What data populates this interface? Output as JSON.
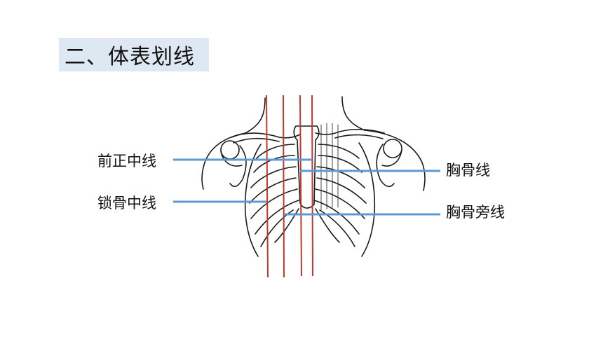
{
  "title": "二、体表划线",
  "labels": {
    "anterior_median_line": "前正中线",
    "midclavicular_line": "锁骨中线",
    "sternal_line": "胸骨线",
    "parasternal_line": "胸骨旁线"
  },
  "colors": {
    "title_background": "#dde8f3",
    "reference_line": "#c0392b",
    "leader_line": "#5b9bd5"
  }
}
